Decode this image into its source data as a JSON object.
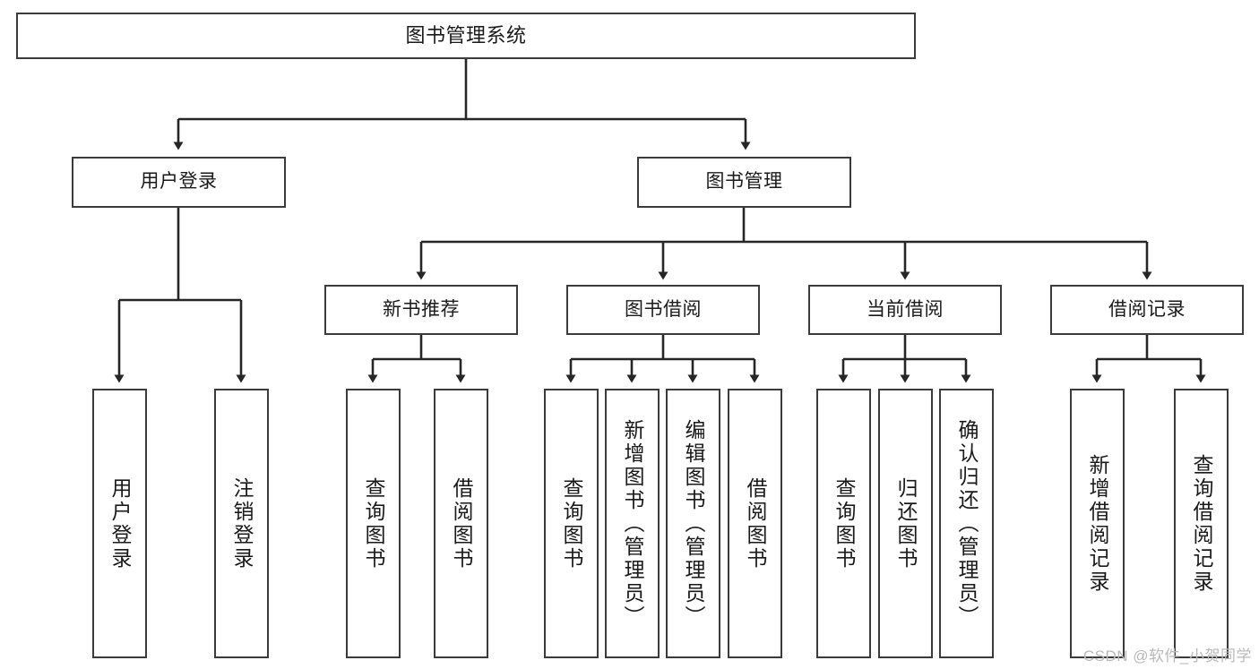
{
  "diagram": {
    "title": "图书管理系统",
    "type": "tree-hierarchy",
    "watermark": "CSDN @软件_小贺同学",
    "colors": {
      "box_border": "#3b3b3b",
      "box_fill": "#ffffff",
      "connector": "#262626",
      "text": "#1a1a1a",
      "watermark": "#b9b9b9",
      "background": "#ffffff"
    },
    "root": {
      "label": "图书管理系统"
    },
    "tier1": [
      {
        "label": "用户登录"
      },
      {
        "label": "图书管理"
      }
    ],
    "tier2": [
      {
        "label": "新书推荐"
      },
      {
        "label": "图书借阅"
      },
      {
        "label": "当前借阅"
      },
      {
        "label": "借阅记录"
      }
    ],
    "leaves": {
      "user_login": [
        {
          "label": "用户登录"
        },
        {
          "label": "注销登录"
        }
      ],
      "new_book_recommend": [
        {
          "label": "查询图书"
        },
        {
          "label": "借阅图书"
        }
      ],
      "book_borrow": [
        {
          "label": "查询图书"
        },
        {
          "label": "新增图书（管理员）"
        },
        {
          "label": "编辑图书（管理员）"
        },
        {
          "label": "借阅图书"
        }
      ],
      "current_borrow": [
        {
          "label": "查询图书"
        },
        {
          "label": "归还图书"
        },
        {
          "label": "确认归还（管理员）"
        }
      ],
      "borrow_record": [
        {
          "label": "新增借阅记录"
        },
        {
          "label": "查询借阅记录"
        }
      ]
    }
  }
}
